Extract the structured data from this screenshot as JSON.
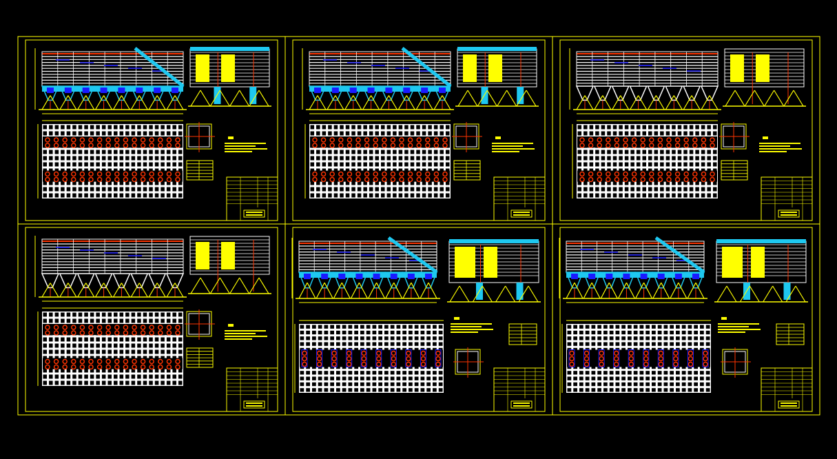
{
  "drawing": {
    "background": "#000000",
    "colors": {
      "frame": "#ffff00",
      "structure": "#ffffff",
      "accent_red": "#ff3300",
      "cyan": "#1ec8f0",
      "blue": "#1a1aff",
      "fill_yellow": "#ffff00"
    },
    "sheets": [
      {
        "id": "sheet-1",
        "variant": "cyan-hopper"
      },
      {
        "id": "sheet-2",
        "variant": "cyan-hopper"
      },
      {
        "id": "sheet-3",
        "variant": "plain-hopper"
      },
      {
        "id": "sheet-4",
        "variant": "plain-hopper"
      },
      {
        "id": "sheet-5",
        "variant": "large-cyan"
      },
      {
        "id": "sheet-6",
        "variant": "large-cyan"
      }
    ]
  }
}
